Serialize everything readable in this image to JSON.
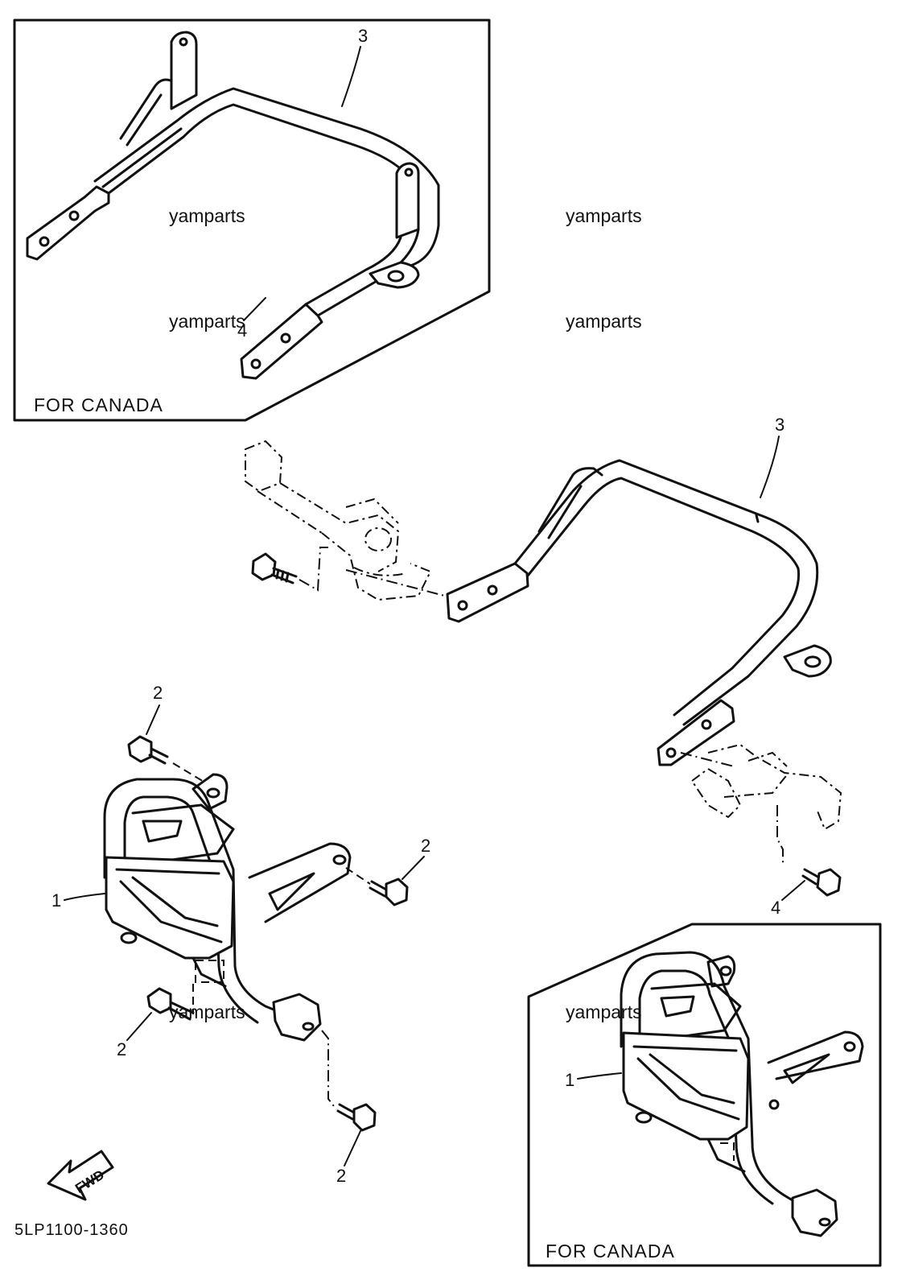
{
  "diagram": {
    "inset_captions": [
      "FOR CANADA",
      "FOR CANADA"
    ],
    "part_callouts": [
      "3",
      "3",
      "2",
      "2",
      "2",
      "2",
      "1",
      "1",
      "4",
      "4"
    ],
    "watermarks": [
      "yamparts",
      "yamparts",
      "yamparts",
      "yamparts",
      "yamparts",
      "yamparts"
    ],
    "direction_marker": "FWD",
    "diagram_code": "5LP1100-1360"
  }
}
